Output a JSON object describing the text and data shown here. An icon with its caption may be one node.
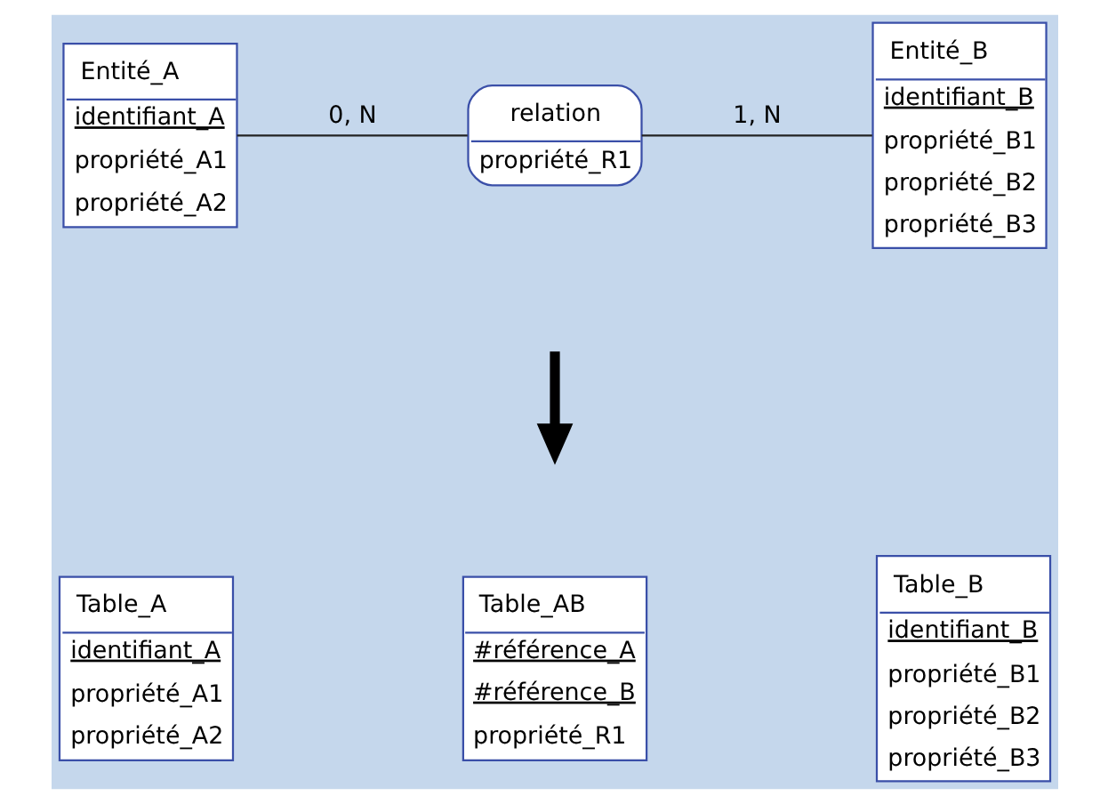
{
  "diagram": {
    "nodes": [
      {
        "text": [
          "Entité_A",
          "identifiant_A",
          "propriété_A1",
          "propriété_A2"
        ]
      },
      {
        "text": [
          "relation",
          "propriété_R1"
        ]
      },
      {
        "text": [
          "Entité_B",
          "identifiant_B",
          "propriété_B1",
          "propriété_B2",
          "propriété_B3"
        ]
      },
      {
        "text": [
          "Table_A",
          "identifiant_A",
          "propriété_A1",
          "propriété_A2"
        ]
      },
      {
        "text": [
          "Table_AB",
          "#référence_A",
          "#référence_B",
          "propriété_R1"
        ]
      },
      {
        "text": [
          "Table_B",
          "identifiant_B",
          "propriété_B1",
          "propriété_B2",
          "propriété_B3"
        ]
      }
    ],
    "edges": [
      {
        "from": 0,
        "to": 1,
        "arrow": "none",
        "label": "0, N"
      },
      {
        "from": 1,
        "to": 2,
        "arrow": "none",
        "label": "1, N"
      }
    ]
  }
}
